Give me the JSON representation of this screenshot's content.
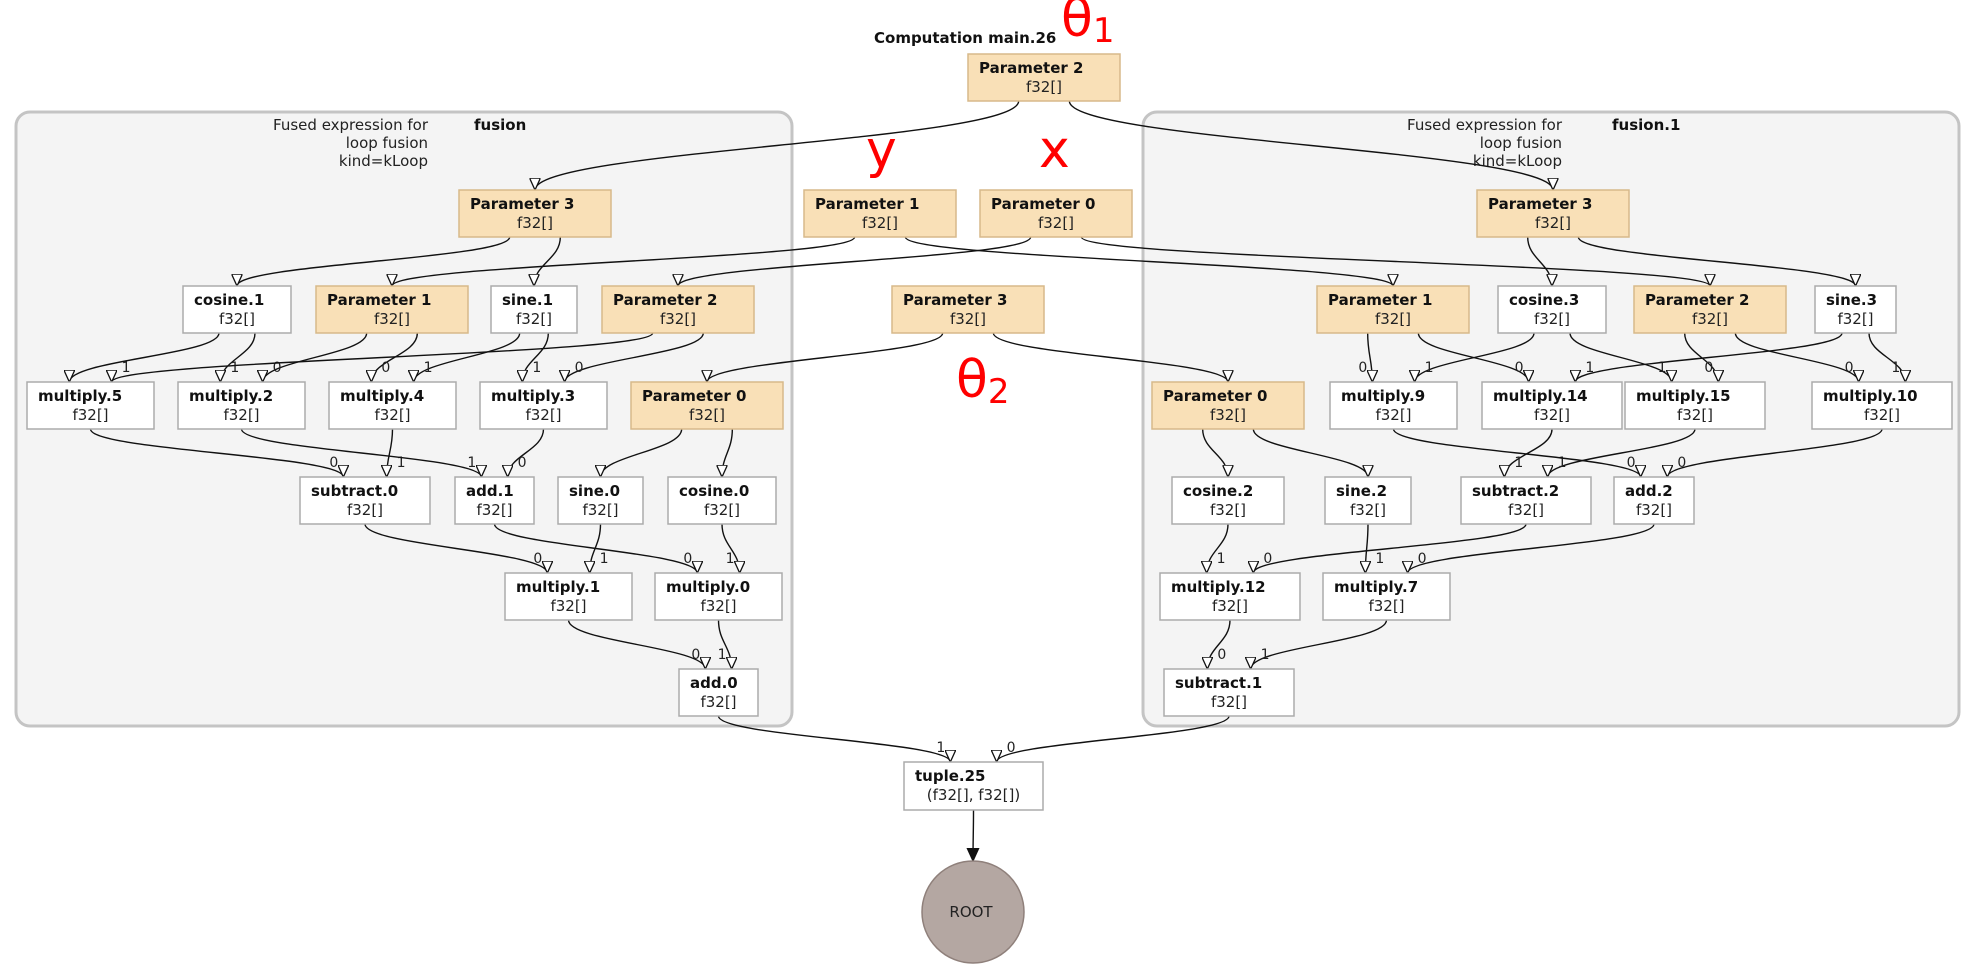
{
  "graph": {
    "title": "Computation main.26",
    "clusters": [
      {
        "id": "fusion",
        "label_lines": [
          "Fused expression for",
          "loop fusion",
          "kind=kLoop"
        ],
        "name": "fusion"
      },
      {
        "id": "fusion.1",
        "label_lines": [
          "Fused expression for",
          "loop fusion",
          "kind=kLoop"
        ],
        "name": "fusion.1"
      }
    ],
    "annotations": [
      {
        "id": "theta1",
        "symbol": "θ",
        "subscript": "1"
      },
      {
        "id": "y",
        "symbol": "y",
        "subscript": ""
      },
      {
        "id": "x",
        "symbol": "x",
        "subscript": ""
      },
      {
        "id": "theta2",
        "symbol": "θ",
        "subscript": "2"
      }
    ],
    "nodes": [
      {
        "id": "top_p2",
        "title": "Parameter 2",
        "shape": "f32[]",
        "kind": "param"
      },
      {
        "id": "top_p1",
        "title": "Parameter 1",
        "shape": "f32[]",
        "kind": "param"
      },
      {
        "id": "top_p0",
        "title": "Parameter 0",
        "shape": "f32[]",
        "kind": "param"
      },
      {
        "id": "top_p3",
        "title": "Parameter 3",
        "shape": "f32[]",
        "kind": "param"
      },
      {
        "id": "L_p3",
        "title": "Parameter 3",
        "shape": "f32[]",
        "kind": "param"
      },
      {
        "id": "L_cos1",
        "title": "cosine.1",
        "shape": "f32[]",
        "kind": "op"
      },
      {
        "id": "L_p1",
        "title": "Parameter 1",
        "shape": "f32[]",
        "kind": "param"
      },
      {
        "id": "L_sin1",
        "title": "sine.1",
        "shape": "f32[]",
        "kind": "op"
      },
      {
        "id": "L_p2",
        "title": "Parameter 2",
        "shape": "f32[]",
        "kind": "param"
      },
      {
        "id": "L_m5",
        "title": "multiply.5",
        "shape": "f32[]",
        "kind": "op"
      },
      {
        "id": "L_m2",
        "title": "multiply.2",
        "shape": "f32[]",
        "kind": "op"
      },
      {
        "id": "L_m4",
        "title": "multiply.4",
        "shape": "f32[]",
        "kind": "op"
      },
      {
        "id": "L_m3",
        "title": "multiply.3",
        "shape": "f32[]",
        "kind": "op"
      },
      {
        "id": "L_p0",
        "title": "Parameter 0",
        "shape": "f32[]",
        "kind": "param"
      },
      {
        "id": "L_sub0",
        "title": "subtract.0",
        "shape": "f32[]",
        "kind": "op"
      },
      {
        "id": "L_add1",
        "title": "add.1",
        "shape": "f32[]",
        "kind": "op"
      },
      {
        "id": "L_sin0",
        "title": "sine.0",
        "shape": "f32[]",
        "kind": "op"
      },
      {
        "id": "L_cos0",
        "title": "cosine.0",
        "shape": "f32[]",
        "kind": "op"
      },
      {
        "id": "L_m1",
        "title": "multiply.1",
        "shape": "f32[]",
        "kind": "op"
      },
      {
        "id": "L_m0",
        "title": "multiply.0",
        "shape": "f32[]",
        "kind": "op"
      },
      {
        "id": "L_add0",
        "title": "add.0",
        "shape": "f32[]",
        "kind": "op"
      },
      {
        "id": "R_p3",
        "title": "Parameter 3",
        "shape": "f32[]",
        "kind": "param"
      },
      {
        "id": "R_p1",
        "title": "Parameter 1",
        "shape": "f32[]",
        "kind": "param"
      },
      {
        "id": "R_cos3",
        "title": "cosine.3",
        "shape": "f32[]",
        "kind": "op"
      },
      {
        "id": "R_p2",
        "title": "Parameter 2",
        "shape": "f32[]",
        "kind": "param"
      },
      {
        "id": "R_sin3",
        "title": "sine.3",
        "shape": "f32[]",
        "kind": "op"
      },
      {
        "id": "R_p0",
        "title": "Parameter 0",
        "shape": "f32[]",
        "kind": "param"
      },
      {
        "id": "R_m9",
        "title": "multiply.9",
        "shape": "f32[]",
        "kind": "op"
      },
      {
        "id": "R_m14",
        "title": "multiply.14",
        "shape": "f32[]",
        "kind": "op"
      },
      {
        "id": "R_m15",
        "title": "multiply.15",
        "shape": "f32[]",
        "kind": "op"
      },
      {
        "id": "R_m10",
        "title": "multiply.10",
        "shape": "f32[]",
        "kind": "op"
      },
      {
        "id": "R_cos2",
        "title": "cosine.2",
        "shape": "f32[]",
        "kind": "op"
      },
      {
        "id": "R_sin2",
        "title": "sine.2",
        "shape": "f32[]",
        "kind": "op"
      },
      {
        "id": "R_sub2",
        "title": "subtract.2",
        "shape": "f32[]",
        "kind": "op"
      },
      {
        "id": "R_add2",
        "title": "add.2",
        "shape": "f32[]",
        "kind": "op"
      },
      {
        "id": "R_m12",
        "title": "multiply.12",
        "shape": "f32[]",
        "kind": "op"
      },
      {
        "id": "R_m7",
        "title": "multiply.7",
        "shape": "f32[]",
        "kind": "op"
      },
      {
        "id": "R_sub1",
        "title": "subtract.1",
        "shape": "f32[]",
        "kind": "op"
      },
      {
        "id": "tuple",
        "title": "tuple.25",
        "shape": "(f32[], f32[])",
        "kind": "op"
      }
    ],
    "root": {
      "label": "ROOT"
    },
    "edges": [
      {
        "from": "top_p2",
        "to": "L_p3",
        "label": ""
      },
      {
        "from": "top_p2",
        "to": "R_p3",
        "label": ""
      },
      {
        "from": "top_p1",
        "to": "L_p1",
        "label": ""
      },
      {
        "from": "top_p1",
        "to": "R_p1",
        "label": ""
      },
      {
        "from": "top_p0",
        "to": "L_p2",
        "label": ""
      },
      {
        "from": "top_p0",
        "to": "R_p2",
        "label": ""
      },
      {
        "from": "top_p3",
        "to": "L_p0",
        "label": ""
      },
      {
        "from": "top_p3",
        "to": "R_p0",
        "label": ""
      },
      {
        "from": "L_p3",
        "to": "L_cos1",
        "label": ""
      },
      {
        "from": "L_p3",
        "to": "L_sin1",
        "label": ""
      },
      {
        "from": "L_cos1",
        "to": "L_m5",
        "label": ""
      },
      {
        "from": "L_cos1",
        "to": "L_m2",
        "label": "1"
      },
      {
        "from": "L_p1",
        "to": "L_m2",
        "label": "0"
      },
      {
        "from": "L_p1",
        "to": "L_m4",
        "label": "0"
      },
      {
        "from": "L_sin1",
        "to": "L_m4",
        "label": "1"
      },
      {
        "from": "L_sin1",
        "to": "L_m3",
        "label": "1"
      },
      {
        "from": "L_p2",
        "to": "L_m5",
        "label": "1"
      },
      {
        "from": "L_p2",
        "to": "L_m3",
        "label": "0"
      },
      {
        "from": "L_m5",
        "to": "L_sub0",
        "label": "0"
      },
      {
        "from": "L_m4",
        "to": "L_sub0",
        "label": "1"
      },
      {
        "from": "L_m2",
        "to": "L_add1",
        "label": "1"
      },
      {
        "from": "L_m3",
        "to": "L_add1",
        "label": "0"
      },
      {
        "from": "L_p0",
        "to": "L_sin0",
        "label": ""
      },
      {
        "from": "L_p0",
        "to": "L_cos0",
        "label": ""
      },
      {
        "from": "L_sub0",
        "to": "L_m1",
        "label": "0"
      },
      {
        "from": "L_sin0",
        "to": "L_m1",
        "label": "1"
      },
      {
        "from": "L_add1",
        "to": "L_m0",
        "label": "0"
      },
      {
        "from": "L_cos0",
        "to": "L_m0",
        "label": "1"
      },
      {
        "from": "L_m1",
        "to": "L_add0",
        "label": "0"
      },
      {
        "from": "L_m0",
        "to": "L_add0",
        "label": "1"
      },
      {
        "from": "R_p3",
        "to": "R_cos3",
        "label": ""
      },
      {
        "from": "R_p3",
        "to": "R_sin3",
        "label": ""
      },
      {
        "from": "R_p1",
        "to": "R_m9",
        "label": "0"
      },
      {
        "from": "R_p1",
        "to": "R_m14",
        "label": "0"
      },
      {
        "from": "R_cos3",
        "to": "R_m9",
        "label": "1"
      },
      {
        "from": "R_cos3",
        "to": "R_m15",
        "label": "1"
      },
      {
        "from": "R_p2",
        "to": "R_m15",
        "label": "0"
      },
      {
        "from": "R_p2",
        "to": "R_m10",
        "label": "0"
      },
      {
        "from": "R_sin3",
        "to": "R_m14",
        "label": "1"
      },
      {
        "from": "R_sin3",
        "to": "R_m10",
        "label": "1"
      },
      {
        "from": "R_p0",
        "to": "R_cos2",
        "label": ""
      },
      {
        "from": "R_p0",
        "to": "R_sin2",
        "label": ""
      },
      {
        "from": "R_m14",
        "to": "R_sub2",
        "label": "1"
      },
      {
        "from": "R_m15",
        "to": "R_sub2",
        "label": "1"
      },
      {
        "from": "R_m9",
        "to": "R_add2",
        "label": "0"
      },
      {
        "from": "R_m10",
        "to": "R_add2",
        "label": "0"
      },
      {
        "from": "R_cos2",
        "to": "R_m12",
        "label": "1"
      },
      {
        "from": "R_sub2",
        "to": "R_m12",
        "label": "0"
      },
      {
        "from": "R_sin2",
        "to": "R_m7",
        "label": "1"
      },
      {
        "from": "R_add2",
        "to": "R_m7",
        "label": "0"
      },
      {
        "from": "R_m12",
        "to": "R_sub1",
        "label": "0"
      },
      {
        "from": "R_m7",
        "to": "R_sub1",
        "label": "1"
      },
      {
        "from": "L_add0",
        "to": "tuple",
        "label": "1"
      },
      {
        "from": "R_sub1",
        "to": "tuple",
        "label": "0"
      },
      {
        "from": "tuple",
        "to": "ROOT",
        "label": ""
      }
    ]
  }
}
